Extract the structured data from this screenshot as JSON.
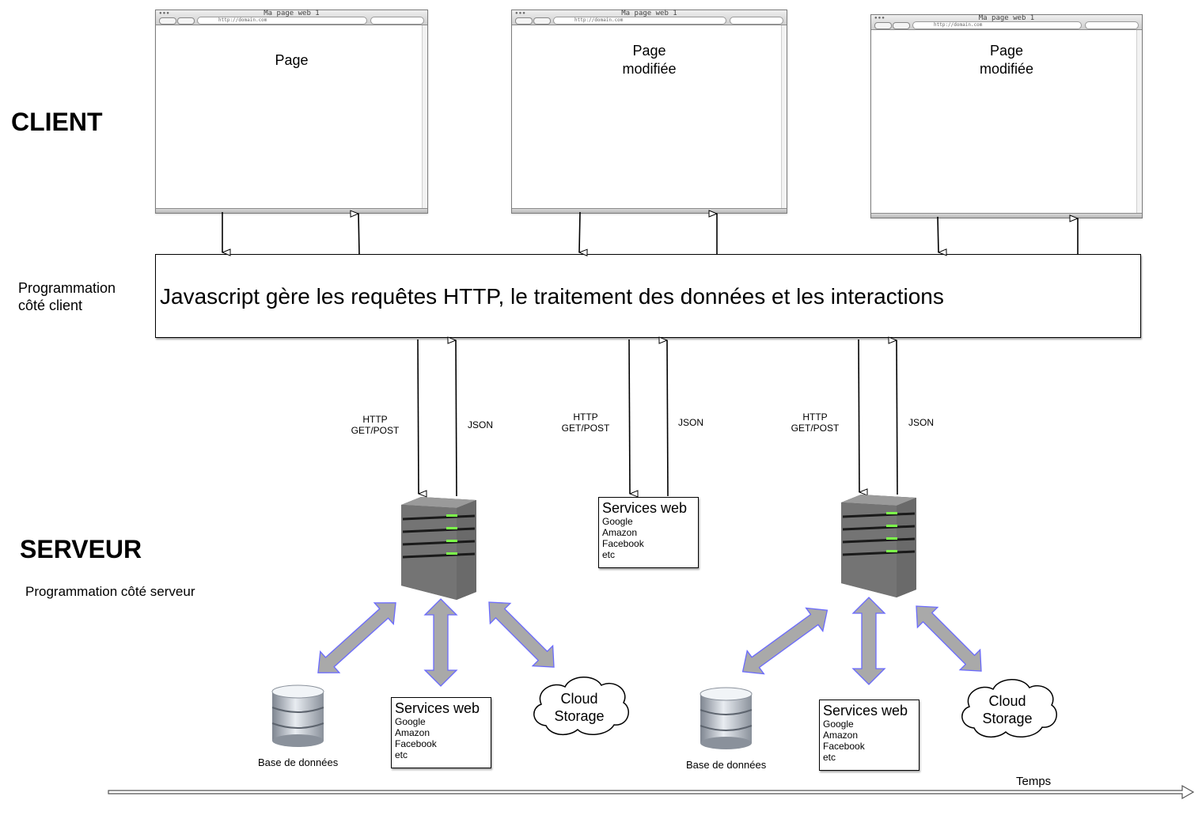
{
  "client": {
    "title": "CLIENT",
    "side_label": "Programmation\ncôté client"
  },
  "server": {
    "title": "SERVEUR",
    "side_label": "Programmation côté serveur"
  },
  "browsers": [
    {
      "window_title": "Ma page web 1",
      "url": "http://domain.com",
      "content": "Page"
    },
    {
      "window_title": "Ma page web 1",
      "url": "http://domain.com",
      "content": "Page\nmodifiée"
    },
    {
      "window_title": "Ma page web 1",
      "url": "http://domain.com",
      "content": "Page\nmodifiée"
    }
  ],
  "js_box": {
    "text": "Javascript gère les requêtes HTTP, le traitement des données et les interactions"
  },
  "arrow_labels": {
    "request": "HTTP\nGET/POST",
    "response": "JSON"
  },
  "web_services": {
    "title": "Services web",
    "items": [
      "Google",
      "Amazon",
      "Facebook",
      "etc"
    ]
  },
  "cloud": {
    "label": "Cloud\nStorage"
  },
  "database": {
    "label": "Base de données"
  },
  "timeline": {
    "label": "Temps"
  },
  "colors": {
    "double_arrow_fill": "#a9a9a9",
    "double_arrow_stroke": "#6a6aff",
    "server_led": "#7cff4a",
    "server_body": "#6e6e6e"
  }
}
